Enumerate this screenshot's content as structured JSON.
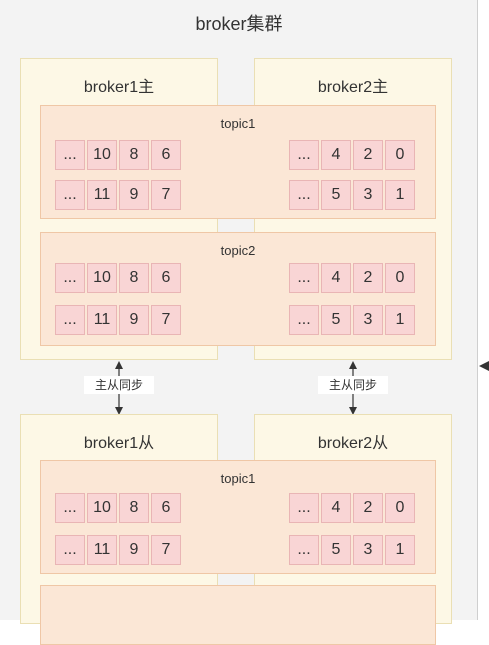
{
  "cluster": {
    "title": "broker集群"
  },
  "brokers": [
    {
      "id": "b1m",
      "title": "broker1主"
    },
    {
      "id": "b2m",
      "title": "broker2主"
    },
    {
      "id": "b1s",
      "title": "broker1从"
    },
    {
      "id": "b2s",
      "title": "broker2从"
    }
  ],
  "topics": {
    "t1": "topic1",
    "t2": "topic2"
  },
  "queues": {
    "left_top": [
      "...",
      "10",
      "8",
      "6"
    ],
    "left_bottom": [
      "...",
      "11",
      "9",
      "7"
    ],
    "right_top": [
      "...",
      "4",
      "2",
      "0"
    ],
    "right_bottom": [
      "...",
      "5",
      "3",
      "1"
    ]
  },
  "sync_label": "主从同步"
}
